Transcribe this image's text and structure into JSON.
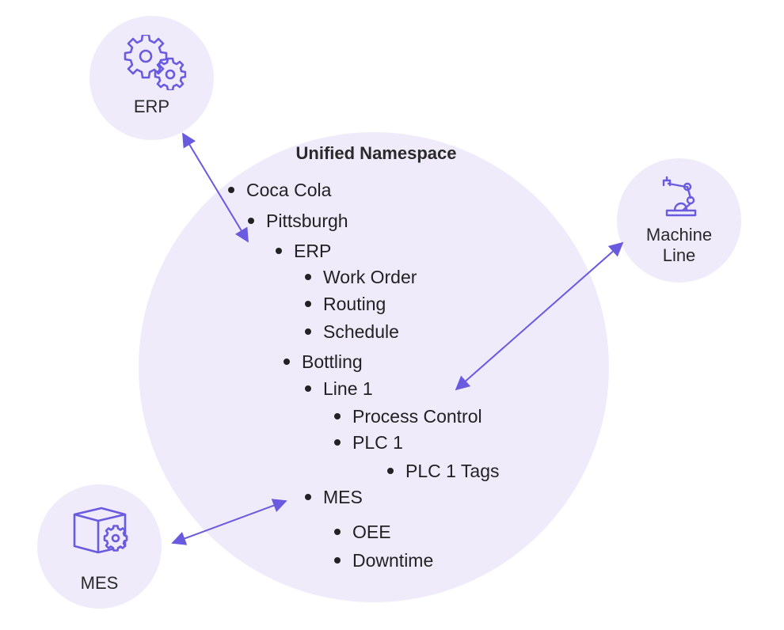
{
  "namespace": {
    "title": "Unified Namespace",
    "items": [
      {
        "label": "Coca Cola"
      },
      {
        "label": "Pittsburgh"
      },
      {
        "label": "ERP"
      },
      {
        "label": "Work Order"
      },
      {
        "label": "Routing"
      },
      {
        "label": "Schedule"
      },
      {
        "label": "Bottling"
      },
      {
        "label": "Line 1"
      },
      {
        "label": "Process Control"
      },
      {
        "label": "PLC 1"
      },
      {
        "label": "PLC 1 Tags"
      },
      {
        "label": "MES"
      },
      {
        "label": "OEE"
      },
      {
        "label": "Downtime"
      }
    ]
  },
  "nodes": {
    "erp": {
      "label": "ERP",
      "icon": "gears-icon"
    },
    "machine": {
      "label_line1": "Machine",
      "label_line2": "Line",
      "icon": "robot-arm-icon"
    },
    "mes": {
      "label": "MES",
      "icon": "box-gear-icon"
    }
  },
  "colors": {
    "circle_fill": "#EFEBFB",
    "accent": "#6A5AE0",
    "text": "#222222"
  }
}
